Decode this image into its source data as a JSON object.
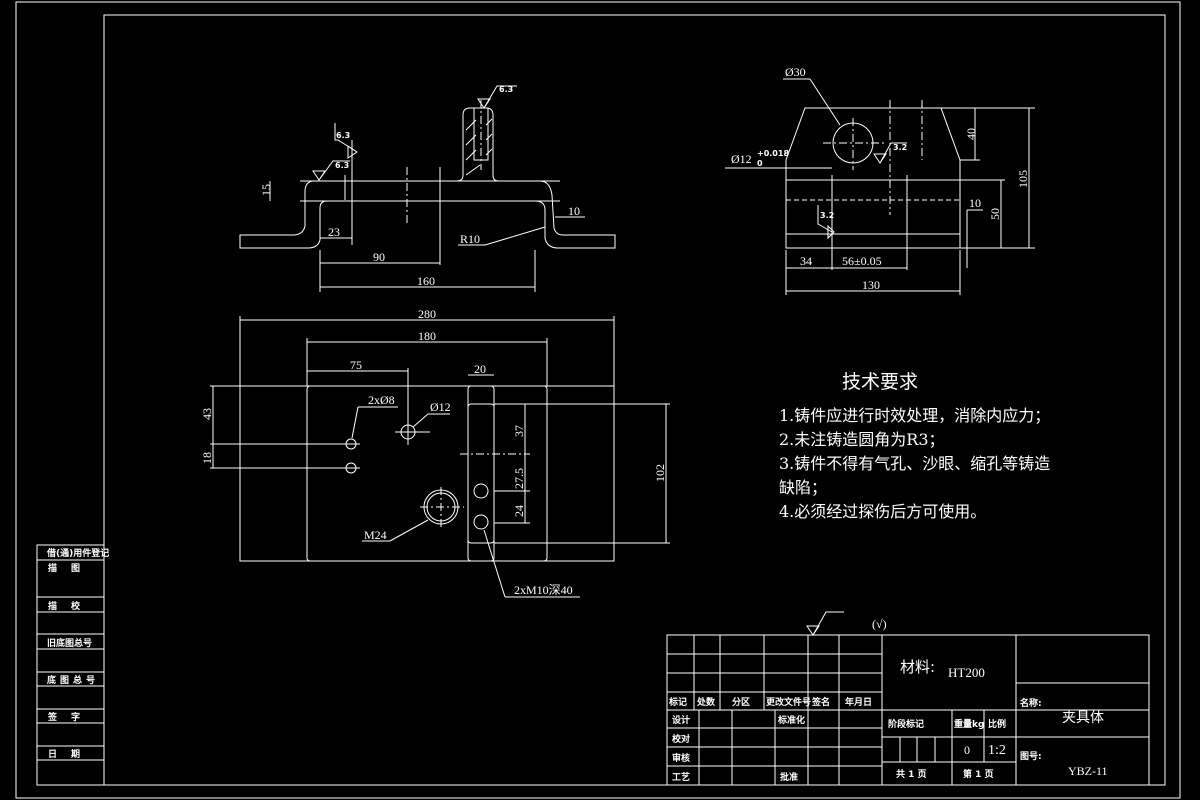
{
  "drawing": {
    "type": "CAD engineering drawing",
    "background": "#000000",
    "line_color": "#ffffff"
  },
  "views": {
    "front_view": {
      "dimensions": {
        "thickness": "15",
        "left_offset": "23",
        "hole_to_center": "90",
        "base_width": "160",
        "wall": "10",
        "fillet": "R10"
      },
      "roughness": [
        "6.3",
        "6.3",
        "6.3"
      ]
    },
    "side_view": {
      "dimensions": {
        "bore": "Ø30",
        "pin_hole": "Ø12",
        "pin_tol_upper": "+0.018",
        "pin_tol_lower": "0",
        "top_height": "40",
        "total_height": "105",
        "slot_depth": "10",
        "base_height": "50",
        "left_offset": "34",
        "hole_spacing": "56±0.05",
        "width": "130"
      },
      "roughness": [
        "3.2",
        "3.2"
      ]
    },
    "top_view": {
      "dimensions": {
        "length": "280",
        "inner_length": "180",
        "hole_offset": "75",
        "slot_width": "20",
        "hole_y1": "43",
        "hole_y2": "18",
        "slot_dim1": "37",
        "slot_dim2": "27.5",
        "slot_dim3": "24",
        "depth": "102"
      },
      "callouts": {
        "small_holes": "2xØ8",
        "pin_hole": "Ø12",
        "thread": "M24",
        "tapped_holes": "2xM10深40"
      }
    }
  },
  "tech_requirements": {
    "title": "技术要求",
    "items": [
      "1.铸件应进行时效处理，消除内应力；",
      "2.未注铸造圆角为R3；",
      "3.铸件不得有气孔、沙眼、缩孔等铸造",
      "缺陷；",
      "4.必须经过探伤后方可使用。"
    ]
  },
  "roughness_note": "(√)",
  "title_block": {
    "material_label": "材料:",
    "material": "HT200",
    "name_label": "名称:",
    "name": "夹具体",
    "drawing_no_label": "图号:",
    "drawing_no": "YBZ-11",
    "revision_headers": [
      "标记",
      "处数",
      "分区",
      "更改文件号",
      "签名",
      "年月日"
    ],
    "role_labels": [
      "设计",
      "校对",
      "审核",
      "工艺"
    ],
    "standardize_label": "标准化",
    "approve_label": "批准",
    "stage_label": "阶段标记",
    "weight_label": "重量kg",
    "scale_label": "比例",
    "weight": "0",
    "scale": "1:2",
    "total_pages": "共 1 页",
    "page": "第 1 页"
  },
  "side_strip": {
    "labels": [
      "借(通)用件登记",
      "描图",
      "描校",
      "旧底图总号",
      "底图总号",
      "签字",
      "日期"
    ]
  }
}
